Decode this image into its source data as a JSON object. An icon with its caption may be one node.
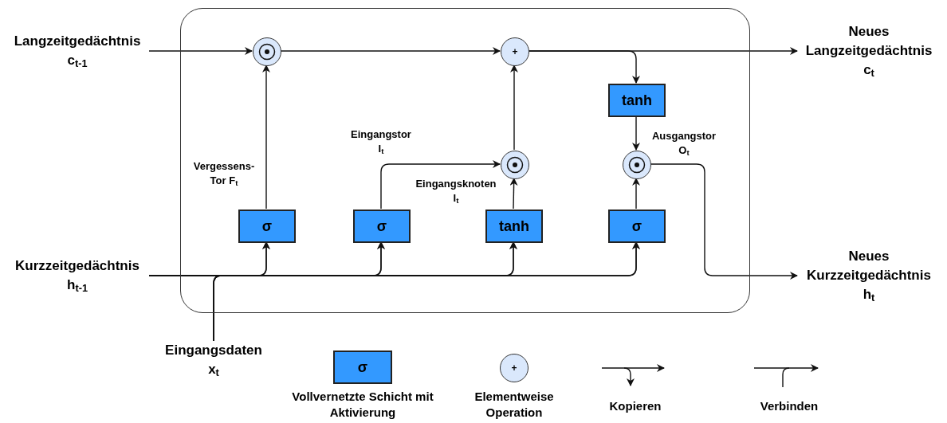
{
  "diagram": {
    "nodes": [
      {
        "text": [],
        "shape": "box"
      },
      {
        "text": [
          "Langzeitgedächtnis c$_{t-1}$"
        ]
      },
      {
        "text": [
          "Kurzzeitgedächtnis h$_{t-1}$"
        ]
      },
      {
        "text": [
          "Eingangsdaten x$_{t}$"
        ]
      },
      {
        "text": [],
        "shape": "circle",
        "in": 0
      },
      {
        "text": [
          "+"
        ],
        "in": 0
      },
      {
        "text": [
          "tanh"
        ],
        "in": 0
      },
      {
        "text": [],
        "shape": "circle",
        "in": 0
      },
      {
        "text": [],
        "shape": "circle",
        "in": 0
      },
      {
        "text": [
          "σ"
        ],
        "in": 0
      },
      {
        "text": [
          "σ"
        ],
        "in": 0
      },
      {
        "text": [
          "tanh"
        ],
        "in": 0
      },
      {
        "text": [
          "σ"
        ],
        "in": 0
      },
      {
        "text": [
          "Neues Langzeitgedächtnis c$_{t}$"
        ]
      },
      {
        "text": [
          "Neues Kurzzeitgedächtnis h$_{t}$"
        ]
      },
      {
        "text": [
          "σ"
        ]
      },
      {
        "text": [
          "+"
        ]
      }
    ],
    "edges": [
      {
        "from": 1,
        "to": 4,
        "arrow": "to"
      },
      {
        "from": 4,
        "to": 5,
        "arrow": "to"
      },
      {
        "from": 5,
        "to": 13,
        "arrow": "to"
      },
      {
        "from": 5,
        "to": 6,
        "arrow": "to"
      },
      {
        "from": 6,
        "to": 8,
        "arrow": "to"
      },
      {
        "from": 9,
        "to": 4,
        "arrow": "to"
      },
      {
        "from": 10,
        "to": 7,
        "arrow": "to"
      },
      {
        "from": 11,
        "to": 7,
        "arrow": "to"
      },
      {
        "from": 7,
        "to": 5,
        "arrow": "to"
      },
      {
        "from": 12,
        "to": 8,
        "arrow": "to"
      },
      {
        "from": 8,
        "to": 14,
        "arrow": "to"
      },
      {
        "from": 2,
        "to": 9,
        "arrow": "to"
      },
      {
        "from": 2,
        "to": 10,
        "arrow": "to"
      },
      {
        "from": 2,
        "to": 11,
        "arrow": "to"
      },
      {
        "from": 2,
        "to": 12,
        "arrow": "to"
      },
      {
        "from": 3,
        "to": 9,
        "arrow": "to"
      },
      {
        "from": 3,
        "to": 10,
        "arrow": "to"
      },
      {
        "from": 3,
        "to": 11,
        "arrow": "to"
      },
      {
        "from": 3,
        "to": 12,
        "arrow": "to"
      }
    ],
    "labels": [
      "Eingangstor I$_{t}$",
      "Vergessens- Tor F$_{t}$",
      "Ausgangstor O$_{t}$",
      "Eingangsknoten I$_{t}$"
    ],
    "legend": [
      {
        "text": "Vollvernetzte Schicht mit Aktivierung"
      },
      {
        "text": "Elementweise Operation"
      },
      {
        "text": "Kopieren"
      },
      {
        "text": "Verbinden"
      }
    ]
  }
}
